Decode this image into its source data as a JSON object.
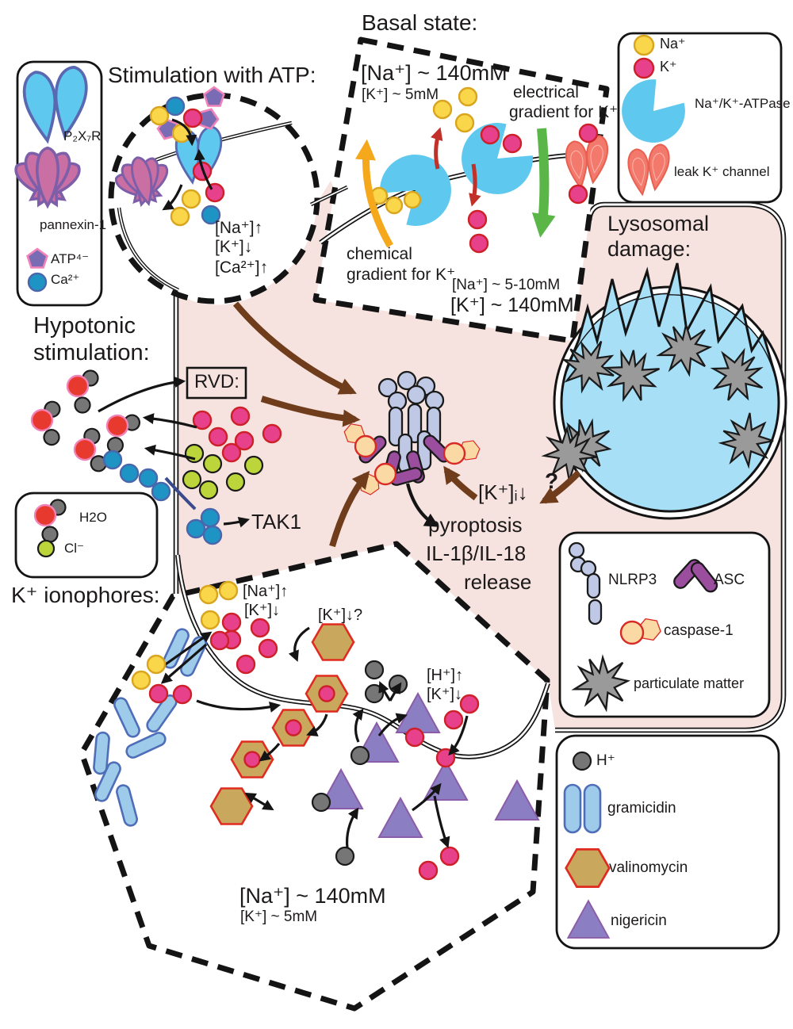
{
  "titles": {
    "stimulation_atp": "Stimulation with ATP:",
    "basal_state": "Basal state:",
    "lysosomal_line1": "Lysosomal",
    "lysosomal_line2": "damage:",
    "hypotonic_line1": "Hypotonic",
    "hypotonic_line2": "stimulation:",
    "k_ionophores": "K⁺ ionophores:"
  },
  "atp_circle": {
    "na_up": "[Na⁺]↑",
    "k_down": "[K⁺]↓",
    "ca_up": "[Ca²⁺]↑"
  },
  "basal": {
    "na_high": "[Na⁺] ~ 140mM",
    "k_low": "[K⁺] ~ 5mM",
    "electrical_1": "electrical",
    "electrical_2": "gradient for K⁺",
    "chemical_1": "chemical",
    "chemical_2": "gradient for K⁺",
    "na_in": "[Na⁺] ~ 5-10mM",
    "k_in": "[K⁺] ~ 140mM"
  },
  "legend_ions": {
    "na": "Na⁺",
    "k": "K⁺",
    "atpase": "Na⁺/K⁺-ATPase",
    "leak": "leak K⁺ channel"
  },
  "legend_receptors": {
    "p2x7r": "P₂X₇R",
    "pannexin": "pannexin-1",
    "atp": "ATP⁴⁻",
    "ca": "Ca²⁺"
  },
  "rvd_label": "RVD:",
  "tak1_label": "TAK1",
  "legend_h2o": {
    "h2o": "H2O",
    "cl": "Cl⁻"
  },
  "center": {
    "k_i_down": "[K⁺]ᵢ↓",
    "question": "?",
    "pyroptosis": "pyroptosis",
    "il": "IL-1β/IL-18",
    "release": "release"
  },
  "legend_inflammasome": {
    "nlrp3": "NLRP3",
    "asc": "ASC",
    "caspase1": "caspase-1",
    "particulate": "particulate matter"
  },
  "ionophores": {
    "na_up": "[Na⁺]↑",
    "k_down": "[K⁺]↓",
    "k_down_q": "[K⁺]↓?",
    "h_up": "[H⁺]↑",
    "k_down2": "[K⁺]↓",
    "na_out": "[Na⁺] ~ 140mM",
    "k_out": "[K⁺] ~ 5mM"
  },
  "legend_ionophores": {
    "h": "H⁺",
    "gramicidin": "gramicidin",
    "valinomycin": "valinomycin",
    "nigericin": "nigericin"
  },
  "colors": {
    "cell_fill": "#F6E3DF",
    "na_yellow": "#F9D64A",
    "k_pink": "#E8418C",
    "ca_blue": "#1E94C4",
    "h_gray": "#767676",
    "cl_green": "#BCD53B",
    "lysosome_blue": "#A7DFF6",
    "nlrp3_lavender": "#BFC9E6",
    "asc_purple": "#9C4E9E",
    "caspase_orange": "#FBD9A4",
    "gramicidin_blue": "#9ECBEA",
    "valinomycin_tan": "#C9A75D",
    "nigericin_purple": "#8C7EC2",
    "brown_arrow": "#6F3D1B",
    "green_arrow": "#5BB648",
    "orange_arrow": "#F5A81C",
    "red_arrow": "#C2302A"
  }
}
